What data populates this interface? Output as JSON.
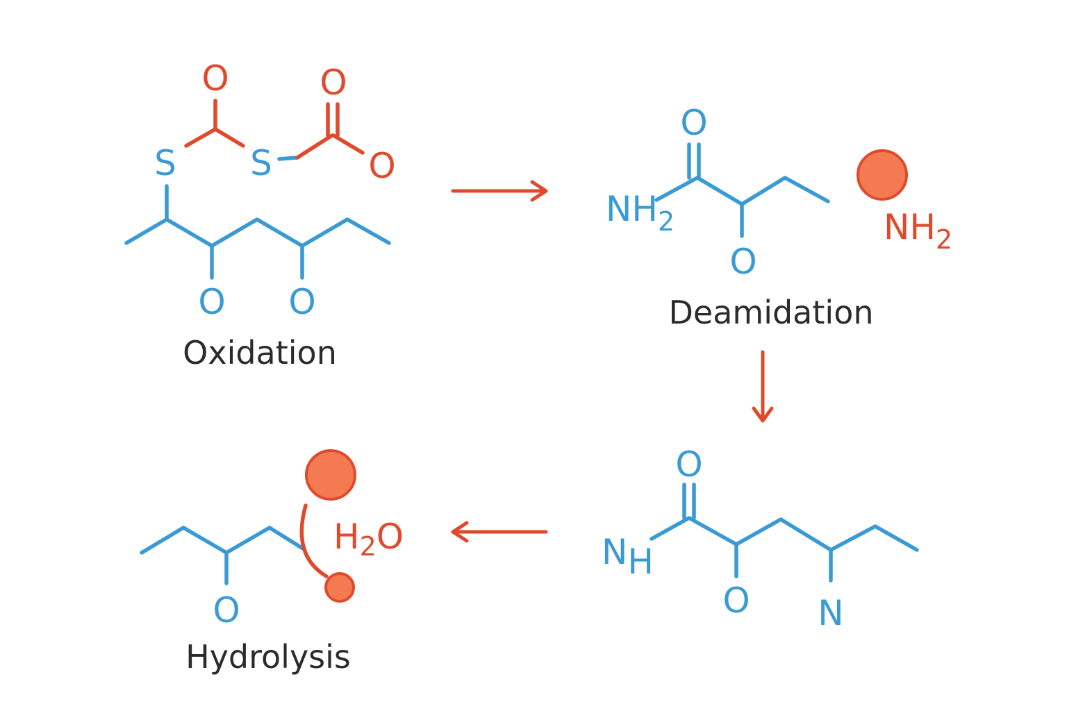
{
  "colors": {
    "bond_blue": "#3a9ad3",
    "bond_red": "#e04a2c",
    "ball_fill": "#f47a52",
    "caption": "#2b2b2b",
    "background": "#ffffff"
  },
  "captions": {
    "oxidation": "Oxidation",
    "deamidation": "Deamidation",
    "hydrolysis": "Hydrolysis"
  },
  "atoms": {
    "oxygen": "O",
    "sulfur": "S",
    "nitrogen": "N",
    "hydrogen": "H",
    "subscript_two": "2",
    "water_o": "O"
  }
}
